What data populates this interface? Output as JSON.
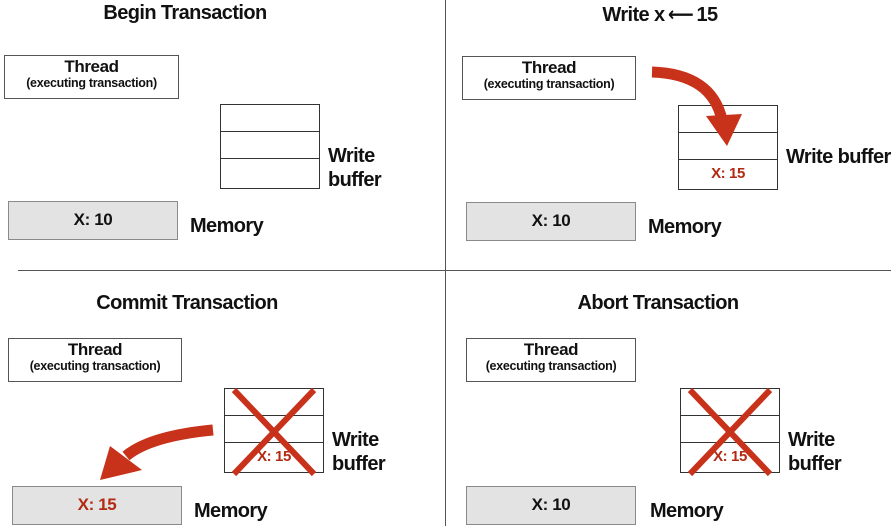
{
  "panels": {
    "begin": {
      "title": "Begin Transaction",
      "thread_title": "Thread",
      "thread_subtitle": "(executing transaction)",
      "buffer_label_1": "Write",
      "buffer_label_2": "buffer",
      "memory_value": "X: 10",
      "memory_label": "Memory"
    },
    "write": {
      "title": "Write  x ⟵ 15",
      "thread_title": "Thread",
      "thread_subtitle": "(executing transaction)",
      "buffer_entry": "X: 15",
      "buffer_label": "Write buffer",
      "memory_value": "X: 10",
      "memory_label": "Memory"
    },
    "commit": {
      "title": "Commit Transaction",
      "thread_title": "Thread",
      "thread_subtitle": "(executing transaction)",
      "buffer_entry": "X: 15",
      "buffer_label_1": "Write",
      "buffer_label_2": "buffer",
      "memory_value": "X: 15",
      "memory_label": "Memory"
    },
    "abort": {
      "title": "Abort Transaction",
      "thread_title": "Thread",
      "thread_subtitle": "(executing transaction)",
      "buffer_entry": "X: 15",
      "buffer_label_1": "Write",
      "buffer_label_2": "buffer",
      "memory_value": "X: 10",
      "memory_label": "Memory"
    }
  },
  "colors": {
    "accent_red": "#c8311a",
    "value_red": "#b22a12",
    "memory_fill": "#e3e3e3"
  }
}
